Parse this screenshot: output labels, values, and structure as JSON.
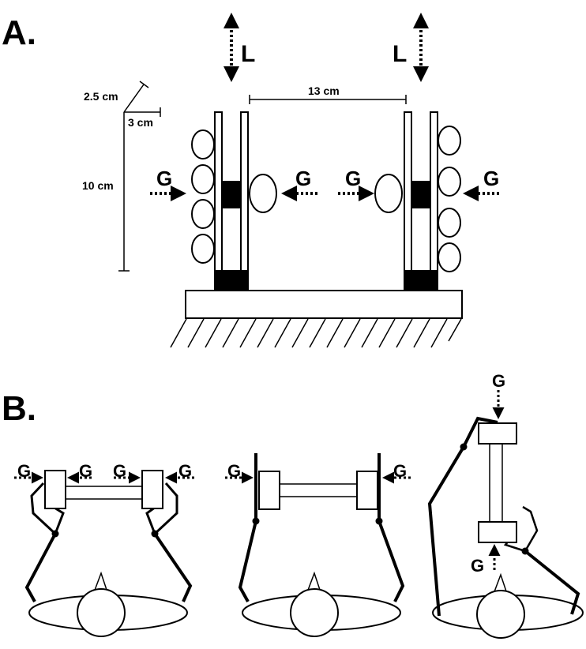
{
  "panel_a": {
    "label": "A.",
    "force_lift": "L",
    "force_grip": "G",
    "dim_gap": "13 cm",
    "dim_height": "10 cm",
    "dim_depth": "2.5 cm",
    "dim_width": "3 cm"
  },
  "panel_b": {
    "label": "B.",
    "force_grip": "G"
  }
}
